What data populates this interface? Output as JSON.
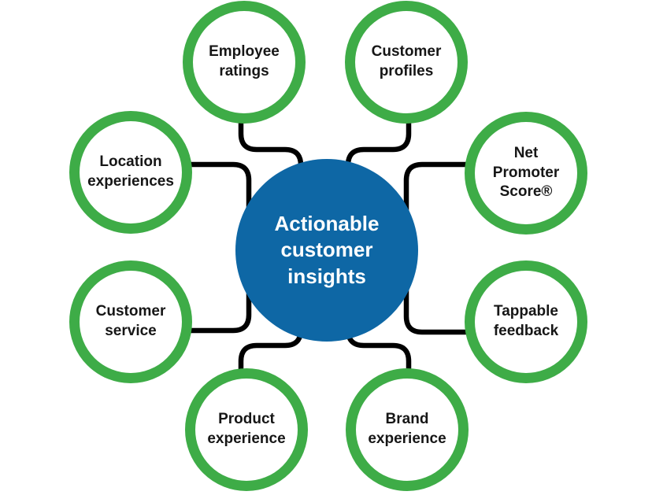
{
  "colors": {
    "ring_green": "#3EAC47",
    "center_blue": "#0E67A5",
    "label_text": "#161616",
    "connector_black": "#000000",
    "background": "#FFFFFF"
  },
  "center": {
    "label": "Actionable\ncustomer\ninsights"
  },
  "nodes": [
    {
      "id": "employee-ratings",
      "label": "Employee\nratings"
    },
    {
      "id": "customer-profiles",
      "label": "Customer\nprofiles"
    },
    {
      "id": "location-experiences",
      "label": "Location\nexperiences"
    },
    {
      "id": "net-promoter-score",
      "label": "Net\nPromoter\nScore®"
    },
    {
      "id": "customer-service",
      "label": "Customer\nservice"
    },
    {
      "id": "tappable-feedback",
      "label": "Tappable\nfeedback"
    },
    {
      "id": "product-experience",
      "label": "Product\nexperience"
    },
    {
      "id": "brand-experience",
      "label": "Brand\nexperience"
    }
  ]
}
